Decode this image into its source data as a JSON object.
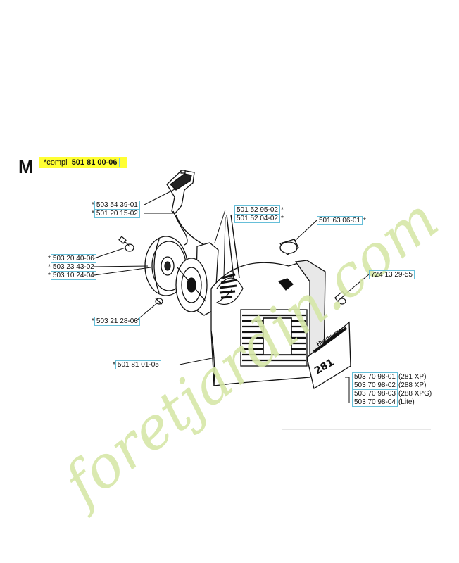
{
  "section_letter": "M",
  "assembly": {
    "prefix": "*compl",
    "part_number": "501 81 00-06"
  },
  "part_labels": [
    {
      "id": "handle-upper",
      "part": "503 54 39-01",
      "lead": "*",
      "trail": ""
    },
    {
      "id": "handle-lower",
      "part": "501 20 15-02",
      "lead": "*",
      "trail": ""
    },
    {
      "id": "spring-a",
      "part": "501 52 95-02",
      "lead": "",
      "trail": "*"
    },
    {
      "id": "spring-b",
      "part": "501 52 04-02",
      "lead": "",
      "trail": "*"
    },
    {
      "id": "cap",
      "part": "501 63 06-01",
      "lead": "",
      "trail": "*"
    },
    {
      "id": "screw-a",
      "part": "503 20 40-06",
      "lead": "*",
      "trail": ""
    },
    {
      "id": "pulley-a",
      "part": "503 23 43-02",
      "lead": "*",
      "trail": ""
    },
    {
      "id": "pulley-b",
      "part": "503 10 24-04",
      "lead": "*",
      "trail": ""
    },
    {
      "id": "housing-screw",
      "part": "724 13 29-55",
      "lead": "",
      "trail": ""
    },
    {
      "id": "screw-b",
      "part": "503 21 28-06",
      "lead": "*",
      "trail": ""
    },
    {
      "id": "starter-housing",
      "part": "501 81 01-05",
      "lead": "*",
      "trail": ""
    },
    {
      "id": "decal-281xp",
      "part": "503 70 98-01",
      "lead": "",
      "trail": "(281 XP)"
    },
    {
      "id": "decal-288xp",
      "part": "503 70 98-02",
      "lead": "",
      "trail": "(288 XP)"
    },
    {
      "id": "decal-288xpg",
      "part": "503 70 98-03",
      "lead": "",
      "trail": "(288 XPG)"
    },
    {
      "id": "decal-lite",
      "part": "503 70 98-04",
      "lead": "",
      "trail": "(Lite)"
    }
  ],
  "decal_text": {
    "brand": "Husqvarna",
    "model": "281"
  },
  "watermark": {
    "text": "foretjardin.com"
  },
  "colors": {
    "highlight": "#ffff33",
    "label_box": "#66bfd9",
    "line_art": "#111111",
    "watermark_green": "#d6e7a8",
    "watermark_brown": "#d8cdbf"
  }
}
